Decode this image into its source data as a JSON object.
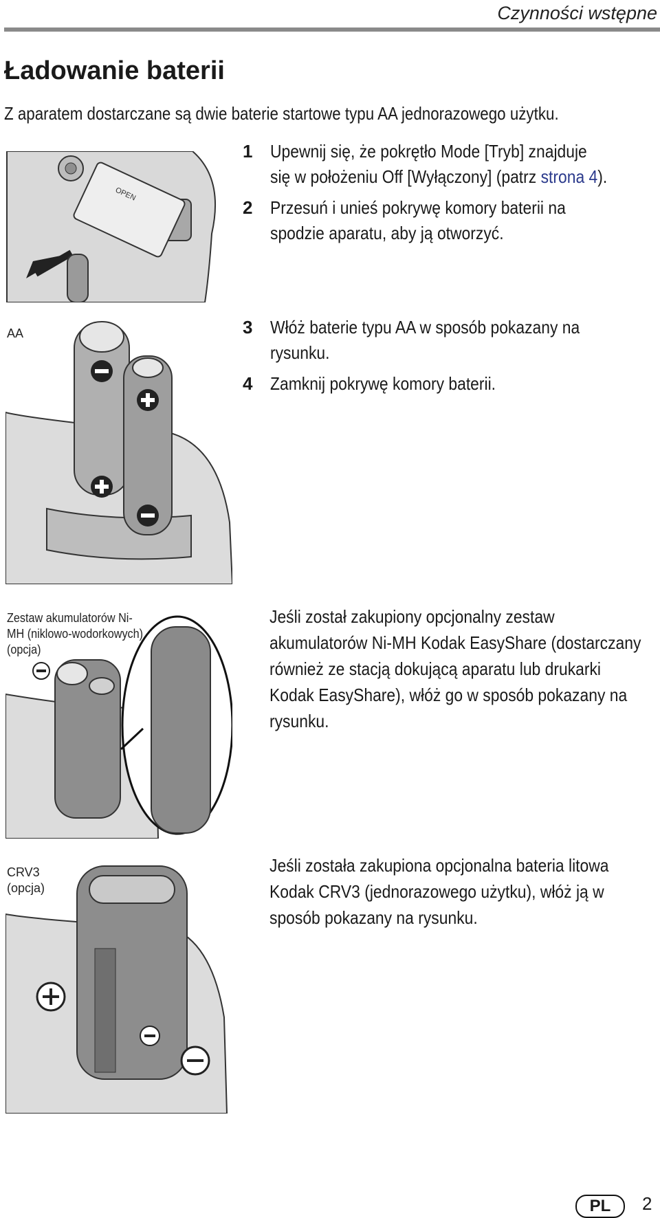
{
  "header": {
    "section_title": "Czynności wstępne"
  },
  "page_title": "Ładowanie baterii",
  "intro": "Z aparatem dostarczane są dwie baterie startowe typu AA jednorazowego użytku.",
  "steps_a": [
    {
      "num": "1",
      "text_before": "Upewnij się, że pokrętło Mode [Tryb] znajduje się w położeniu Off [Wyłączony] (patrz ",
      "link": "strona 4",
      "text_after": ")."
    },
    {
      "num": "2",
      "text": "Przesuń i unieś pokrywę komory baterii na spodzie aparatu, aby ją otworzyć."
    }
  ],
  "steps_b": [
    {
      "num": "3",
      "text": "Włóż baterie typu AA w sposób pokazany na rysunku."
    },
    {
      "num": "4",
      "text": "Zamknij pokrywę komory baterii."
    }
  ],
  "figures": {
    "cover_open_label": "OPEN",
    "aa_caption": "AA",
    "nimh_caption": "Zestaw akumulatorów Ni-MH (niklowo-wodorkowych) (opcja)",
    "crv3_caption": "CRV3 (opcja)"
  },
  "paragraphs": {
    "nimh": "Jeśli został zakupiony opcjonalny zestaw akumulatorów Ni-MH Kodak EasyShare (dostarczany również ze stacją dokującą aparatu lub drukarki Kodak EasyShare), włóż go w sposób pokazany na rysunku.",
    "crv3": "Jeśli została zakupiona opcjonalna bateria litowa Kodak CRV3 (jednorazowego użytku), włóż ją w sposób pokazany na rysunku."
  },
  "footer": {
    "language": "PL",
    "page_number": "2"
  }
}
